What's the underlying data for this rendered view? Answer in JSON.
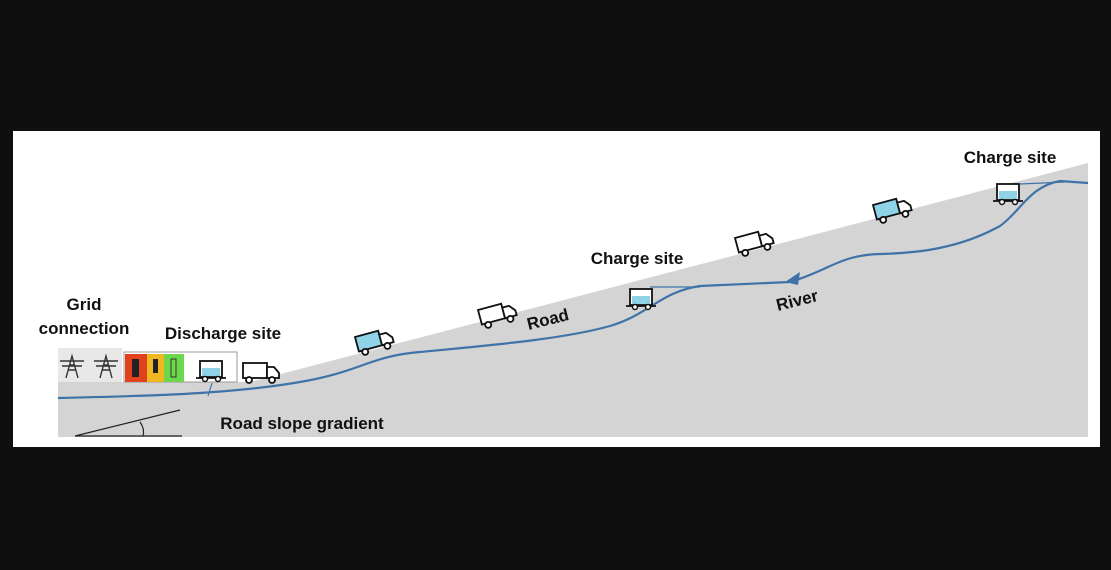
{
  "labels": {
    "grid_line1": "Grid",
    "grid_line2": "connection",
    "discharge_site": "Discharge site",
    "road": "Road",
    "charge_site_mid": "Charge site",
    "river": "River",
    "charge_site_top": "Charge site",
    "slope": "Road slope gradient"
  },
  "colors": {
    "background": "#0f0f0f",
    "panel": "#ffffff",
    "terrain": "#d4d4d4",
    "river": "#3f73a8",
    "truck_cargo_blue": "#8fd3e8",
    "battery_red": "#e0421e",
    "battery_yellow": "#f0b820",
    "battery_green": "#6ad84a"
  },
  "icons": [
    "power-tower-icon",
    "battery-icon",
    "truck-icon",
    "trailer-charge-icon",
    "river-arrow-icon"
  ]
}
